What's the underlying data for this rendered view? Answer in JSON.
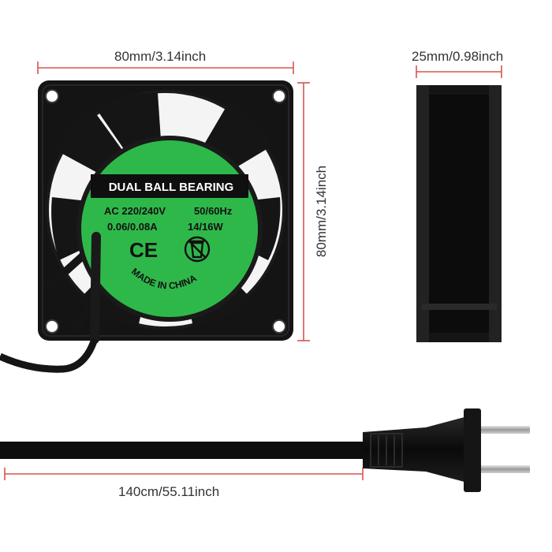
{
  "dimensions": {
    "width": "80mm/3.14inch",
    "depth": "25mm/0.98inch",
    "height": "80mm/3.14inch",
    "cable": "140cm/55.11inch"
  },
  "fan_label": {
    "title": "DUAL BALL BEARING",
    "voltage": "AC 220/240V",
    "frequency": "50/60Hz",
    "current": "0.06/0.08A",
    "power": "14/16W",
    "ce_mark": "CE",
    "origin": "MADE IN CHINA"
  },
  "colors": {
    "label_green": "#2fb84a",
    "fan_body": "#141414",
    "dimension_line": "#d9534f",
    "cable": "#0d0d0d"
  },
  "icons": [
    "ce-mark-icon",
    "weee-bin-icon"
  ]
}
